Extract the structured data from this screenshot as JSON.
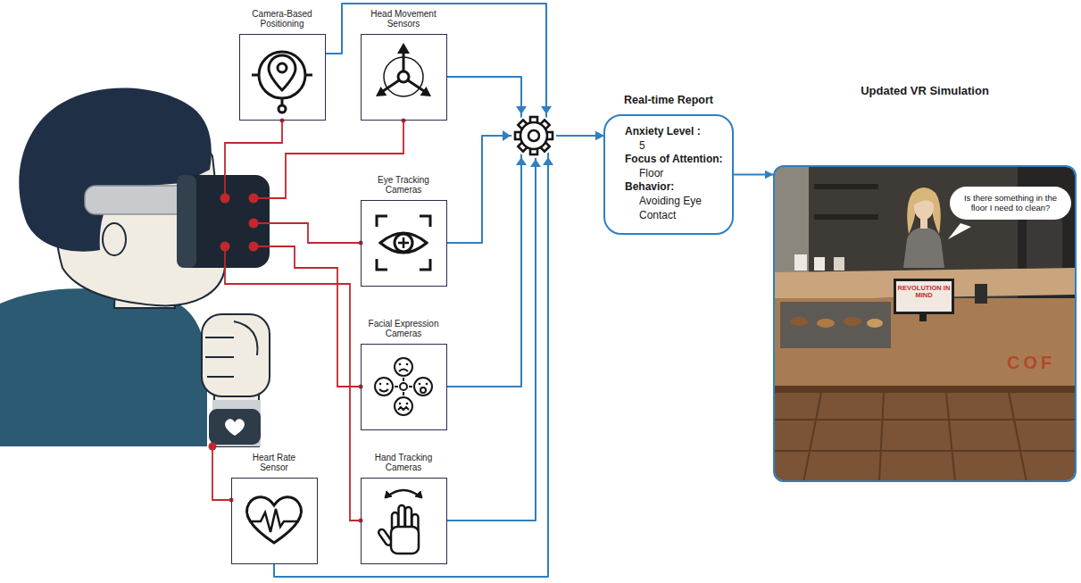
{
  "diagram": {
    "nodes": [
      {
        "text": [
          "Camera-Based Positioning"
        ]
      },
      {
        "text": [
          "Head Movement Sensors"
        ]
      },
      {
        "text": [
          "Eye Tracking Cameras"
        ]
      },
      {
        "text": [
          "Facial Expression Cameras"
        ]
      },
      {
        "text": [
          "Heart Rate Sensor"
        ]
      },
      {
        "text": [
          "Hand Tracking Cameras"
        ]
      },
      {
        "text": [
          "Real-time Report",
          "Anxiety Level :",
          "5",
          "Focus of Attention:",
          "Floor",
          "Behavior:",
          "Avoiding Eye Contact"
        ]
      },
      {
        "text": [
          "Updated VR Simulation"
        ]
      },
      {
        "text": [
          "Is there something in the floor I need to clean?"
        ],
        "in": 7
      }
    ],
    "edges": [
      {
        "from": 0,
        "to": 6,
        "arrow": "to"
      },
      {
        "from": 1,
        "to": 6,
        "arrow": "to"
      },
      {
        "from": 2,
        "to": 6,
        "arrow": "to"
      },
      {
        "from": 3,
        "to": 6,
        "arrow": "to"
      },
      {
        "from": 4,
        "to": 6,
        "arrow": "to"
      },
      {
        "from": 5,
        "to": 6,
        "arrow": "to"
      },
      {
        "from": 6,
        "to": 7,
        "arrow": "to"
      }
    ],
    "labels": [
      "REVOLUTION IN MIND",
      "COF"
    ]
  }
}
